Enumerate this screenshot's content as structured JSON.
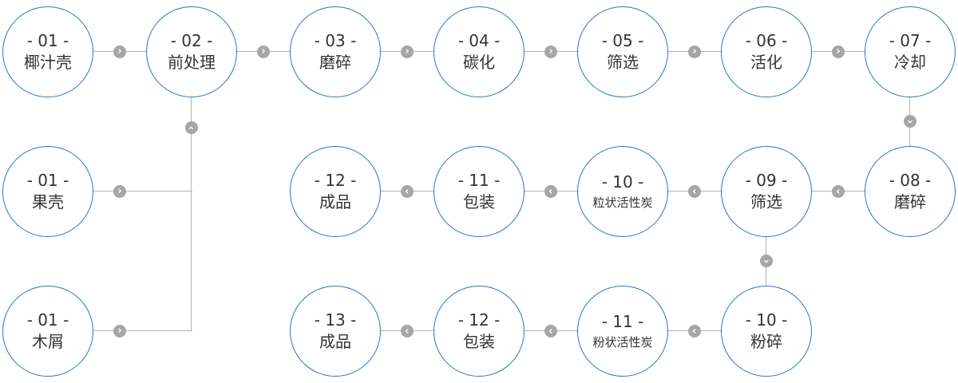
{
  "diagram": {
    "type": "flowchart",
    "description": "activated-carbon-production-process",
    "colors": {
      "background": "#ffffff",
      "circle_border": "#2776bf",
      "circle_fill": "#ffffff",
      "text": "#333333",
      "line": "#b3b3b3",
      "badge_fill": "#a6a6a6",
      "badge_glyph": "#ffffff"
    },
    "icons": {
      "chevron": "›"
    },
    "nodes": [
      {
        "num": "- 01 -",
        "label": "椰汁壳"
      },
      {
        "num": "- 02 -",
        "label": "前处理"
      },
      {
        "num": "- 03 -",
        "label": "磨碎"
      },
      {
        "num": "- 04 -",
        "label": "碳化"
      },
      {
        "num": "- 05 -",
        "label": "筛选"
      },
      {
        "num": "- 06 -",
        "label": "活化"
      },
      {
        "num": "- 07 -",
        "label": "冷却"
      },
      {
        "num": "- 01 -",
        "label": "果壳"
      },
      {
        "num": "- 12 -",
        "label": "成品"
      },
      {
        "num": "- 11 -",
        "label": "包装"
      },
      {
        "num": "- 10 -",
        "label": "粒状活性炭"
      },
      {
        "num": "- 09 -",
        "label": "筛选"
      },
      {
        "num": "- 08 -",
        "label": "磨碎"
      },
      {
        "num": "- 01 -",
        "label": "木屑"
      },
      {
        "num": "- 13 -",
        "label": "成品"
      },
      {
        "num": "- 12 -",
        "label": "包装"
      },
      {
        "num": "- 11 -",
        "label": "粉状活性炭"
      },
      {
        "num": "- 10 -",
        "label": "粉碎"
      }
    ]
  }
}
